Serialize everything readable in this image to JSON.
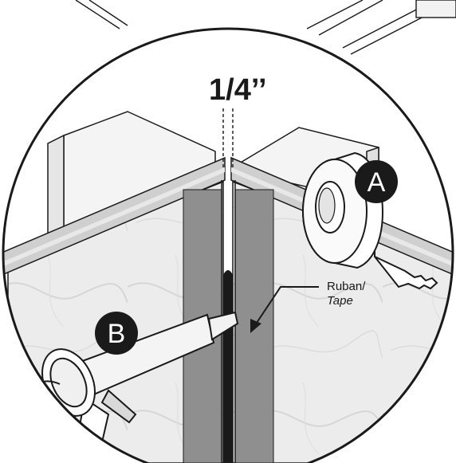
{
  "dimension": {
    "label": "1/4’’"
  },
  "callout": {
    "line1": "Ruban/",
    "line2": "Tape"
  },
  "badges": {
    "a": "A",
    "b": "B"
  },
  "colors": {
    "outline": "#1a1a1a",
    "marble": "#ebebeb",
    "trim": "#c9c9c9",
    "tape": "#8e8e8e",
    "caulk": "#1a1a1a",
    "badge": "#1a1a1a"
  }
}
